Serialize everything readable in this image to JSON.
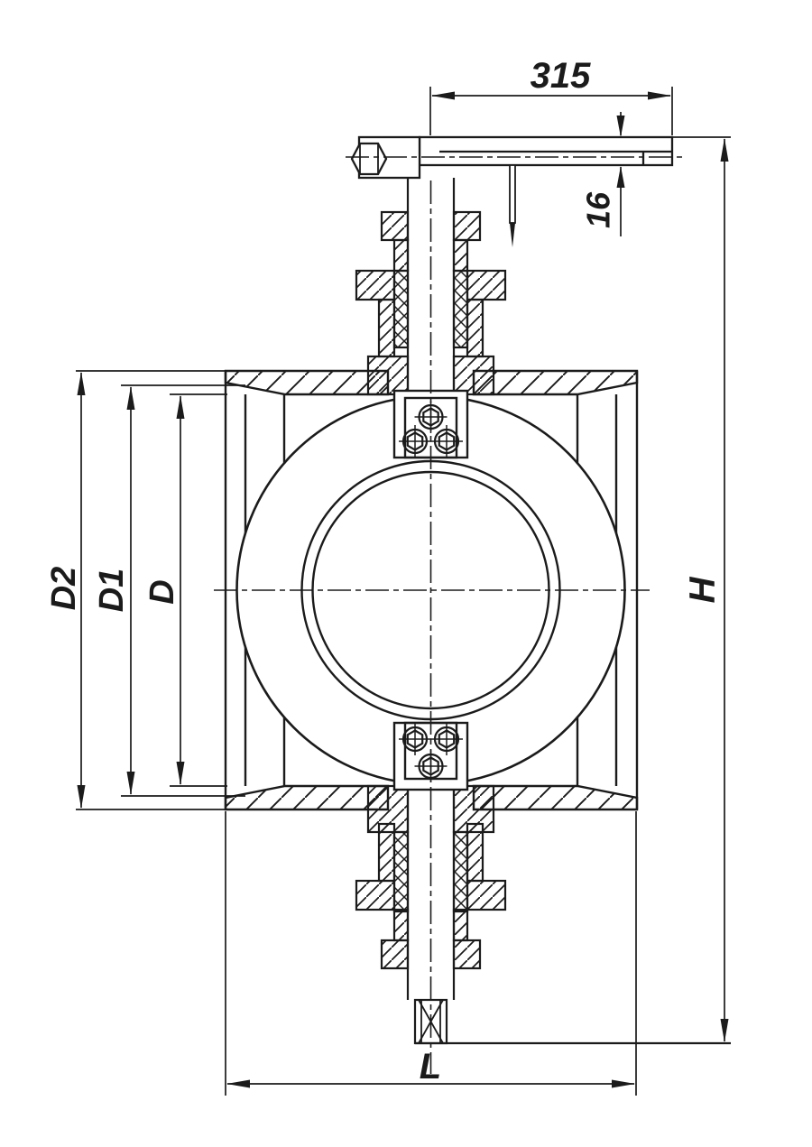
{
  "drawing": {
    "background": "#ffffff",
    "line_color": "#1b1b1b"
  },
  "labels": {
    "lever_length": "315",
    "lever_thickness": "16",
    "flange_diameter": "D2",
    "bolt_circle_diameter": "D1",
    "bore_diameter": "D",
    "overall_height": "H",
    "face_to_face_length": "L"
  }
}
